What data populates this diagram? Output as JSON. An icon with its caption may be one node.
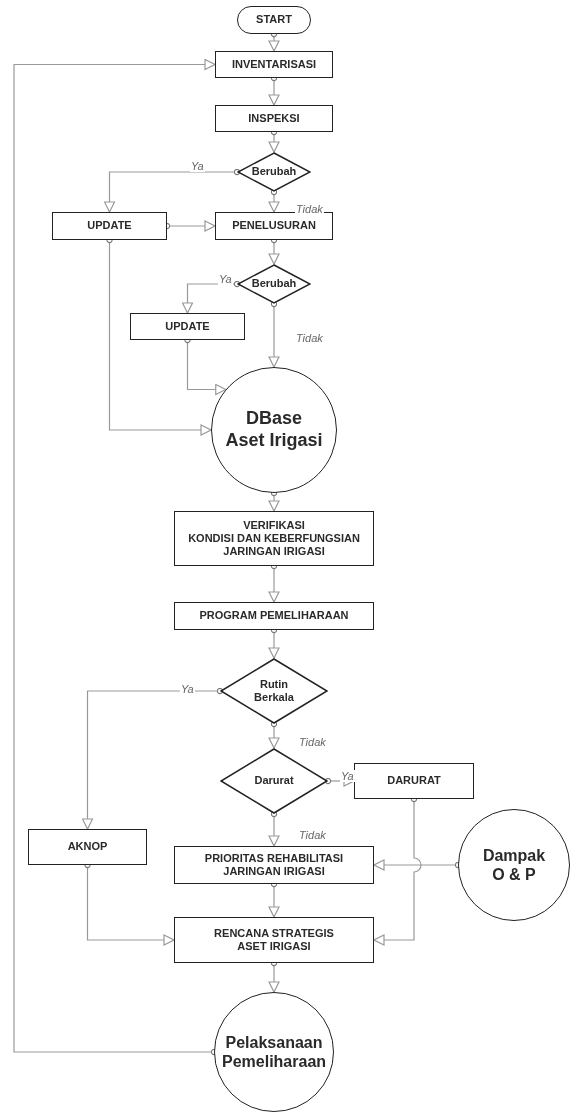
{
  "diagram": {
    "nodes": [
      {
        "text": [
          "START"
        ]
      },
      {
        "text": [
          "INVENTARISASI"
        ]
      },
      {
        "text": [
          "INSPEKSI"
        ]
      },
      {
        "text": [
          "Berubah"
        ]
      },
      {
        "text": [
          "UPDATE"
        ]
      },
      {
        "text": [
          "PENELUSURAN"
        ]
      },
      {
        "text": [
          "Berubah"
        ]
      },
      {
        "text": [
          "UPDATE"
        ]
      },
      {
        "text": [
          "DBase",
          "Aset Irigasi"
        ]
      },
      {
        "text": [
          "VERIFIKASI",
          "KONDISI DAN KEBERFUNGSIAN JARINGAN IRIGASI"
        ]
      },
      {
        "text": [
          "PROGRAM PEMELIHARAAN"
        ]
      },
      {
        "text": [
          "Rutin Berkala"
        ]
      },
      {
        "text": [
          "Darurat"
        ]
      },
      {
        "text": [
          "DARURAT"
        ]
      },
      {
        "text": [
          "AKNOP"
        ]
      },
      {
        "text": [
          "PRIORITAS REHABILITASI JARINGAN IRIGASI"
        ]
      },
      {
        "text": [
          "Dampak O & P"
        ]
      },
      {
        "text": [
          "RENCANA STRATEGIS ASET IRIGASI"
        ]
      },
      {
        "text": [
          "Pelaksanaan Pemeliharaan"
        ]
      }
    ],
    "edges": [
      {
        "from": 0,
        "to": 1,
        "arrow": "to"
      },
      {
        "from": 1,
        "to": 2,
        "arrow": "to"
      },
      {
        "from": 2,
        "to": 3,
        "arrow": "to"
      },
      {
        "from": 3,
        "to": 4,
        "arrow": "to",
        "label": "Ya"
      },
      {
        "from": 3,
        "to": 5,
        "arrow": "to",
        "label": "Tidak"
      },
      {
        "from": 4,
        "to": 5,
        "arrow": "to"
      },
      {
        "from": 4,
        "to": 8,
        "arrow": "to"
      },
      {
        "from": 5,
        "to": 6,
        "arrow": "to"
      },
      {
        "from": 6,
        "to": 7,
        "arrow": "to",
        "label": "Ya"
      },
      {
        "from": 6,
        "to": 8,
        "arrow": "to",
        "label": "Tidak"
      },
      {
        "from": 7,
        "to": 8,
        "arrow": "to"
      },
      {
        "from": 8,
        "to": 9,
        "arrow": "to"
      },
      {
        "from": 9,
        "to": 10,
        "arrow": "to"
      },
      {
        "from": 10,
        "to": 11,
        "arrow": "to"
      },
      {
        "from": 11,
        "to": 14,
        "arrow": "to",
        "label": "Ya"
      },
      {
        "from": 11,
        "to": 12,
        "arrow": "to",
        "label": "Tidak"
      },
      {
        "from": 12,
        "to": 13,
        "arrow": "to",
        "label": "Ya"
      },
      {
        "from": 12,
        "to": 15,
        "arrow": "to",
        "label": "Tidak"
      },
      {
        "from": 13,
        "to": 17,
        "arrow": "to"
      },
      {
        "from": 16,
        "to": 15,
        "arrow": "to"
      },
      {
        "from": 14,
        "to": 17,
        "arrow": "to"
      },
      {
        "from": 15,
        "to": 17,
        "arrow": "to"
      },
      {
        "from": 17,
        "to": 18,
        "arrow": "to"
      },
      {
        "from": 18,
        "to": 1,
        "arrow": "to"
      }
    ]
  }
}
